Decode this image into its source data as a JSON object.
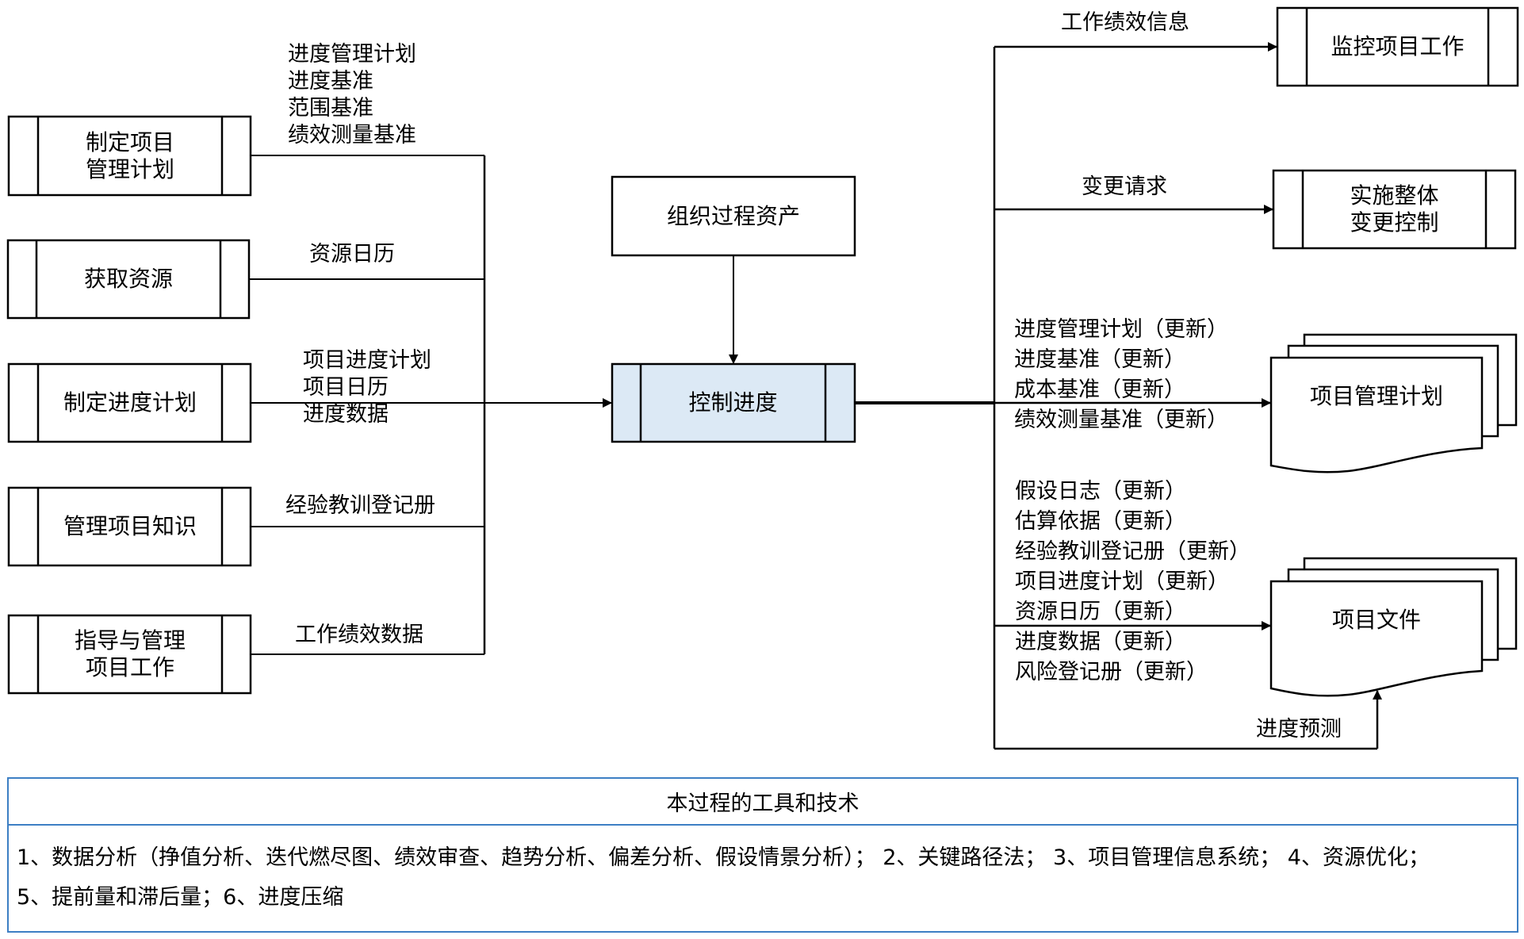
{
  "inputs": [
    {
      "process": "制定项目\n管理计划",
      "artifacts": [
        "进度管理计划",
        "进度基准",
        "范围基准",
        "绩效测量基准"
      ]
    },
    {
      "process": "获取资源",
      "artifacts": [
        "资源日历"
      ]
    },
    {
      "process": "制定进度计划",
      "artifacts": [
        "项目进度计划",
        "项目日历",
        "进度数据"
      ]
    },
    {
      "process": "管理项目知识",
      "artifacts": [
        "经验教训登记册"
      ]
    },
    {
      "process": "指导与管理\n项目工作",
      "artifacts": [
        "工作绩效数据"
      ]
    }
  ],
  "enterprise_input": "组织过程资产",
  "main_process": "控制进度",
  "outputs": [
    {
      "artifact_label": "工作绩效信息",
      "target": "监控项目工作"
    },
    {
      "artifact_label": "变更请求",
      "target": "实施整体\n变更控制"
    }
  ],
  "plan_updates": {
    "target": "项目管理计划",
    "items": [
      "进度管理计划（更新）",
      "进度基准（更新）",
      "成本基准（更新）",
      "绩效测量基准（更新）"
    ]
  },
  "doc_updates": {
    "target": "项目文件",
    "items": [
      "假设日志（更新）",
      "估算依据（更新）",
      "经验教训登记册（更新）",
      "项目进度计划（更新）",
      "资源日历（更新）",
      "进度数据（更新）",
      "风险登记册（更新）"
    ]
  },
  "forecast_label": "进度预测",
  "tools": {
    "title": "本过程的工具和技术",
    "lines": [
      "1、数据分析（挣值分析、迭代燃尽图、绩效审查、趋势分析、偏差分析、假设情景分析）； 2、关键路径法； 3、项目管理信息系统； 4、资源优化；",
      "5、提前量和滞后量；6、进度压缩"
    ]
  },
  "colors": {
    "main_process_fill": "#dce9f5",
    "tools_border": "#3d7fc4",
    "line": "#000000"
  }
}
